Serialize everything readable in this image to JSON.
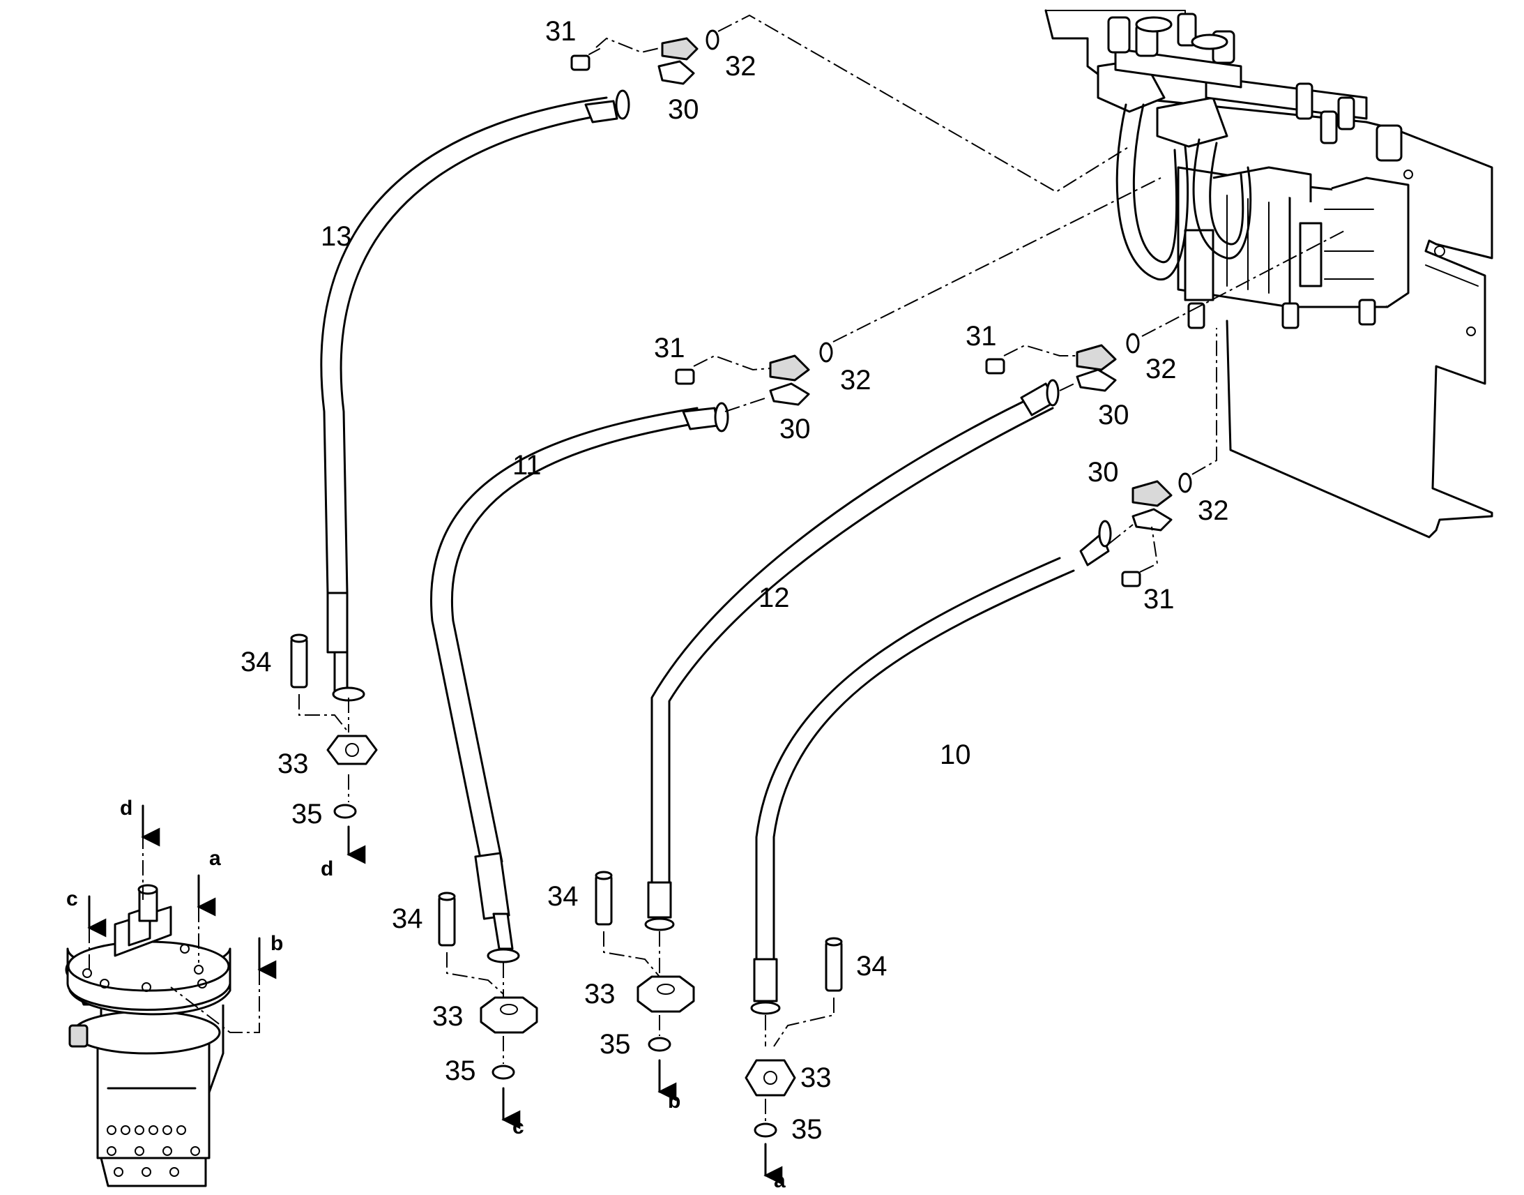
{
  "callouts": {
    "n10": "10",
    "n11": "11",
    "n12": "12",
    "n13": "13",
    "n30a": "30",
    "n30b": "30",
    "n30c": "30",
    "n30d": "30",
    "n31a": "31",
    "n31b": "31",
    "n31c": "31",
    "n31d": "31",
    "n32a": "32",
    "n32b": "32",
    "n32c": "32",
    "n32d": "32",
    "n33a": "33",
    "n33b": "33",
    "n33c": "33",
    "n33d": "33",
    "n34a": "34",
    "n34b": "34",
    "n34c": "34",
    "n34d": "34",
    "n35a": "35",
    "n35b": "35",
    "n35c": "35",
    "n35d": "35"
  },
  "ports": {
    "a_motor": "a",
    "b_motor": "b",
    "c_motor": "c",
    "d_motor": "d",
    "a_out": "a",
    "b_out": "b",
    "c_out": "c",
    "d_out": "d"
  }
}
